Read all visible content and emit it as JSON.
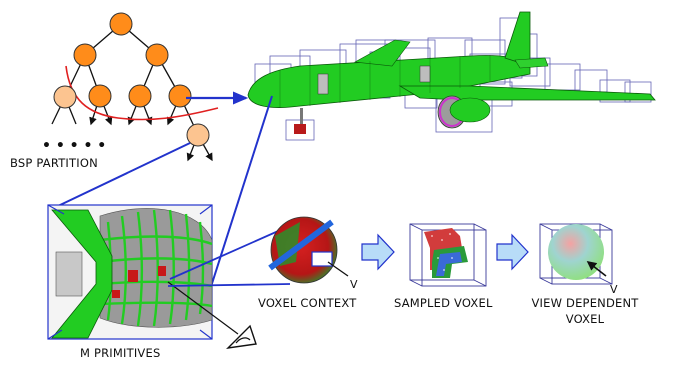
{
  "labels": {
    "bsp_partition": "BSP PARTITION",
    "m_primitives": "M PRIMITIVES",
    "voxel_context": "VOXEL CONTEXT",
    "sampled_voxel": "SAMPLED VOXEL",
    "view_dependent_line1": "VIEW DEPENDENT",
    "view_dependent_line2": "VOXEL",
    "v_marker_1": "V",
    "v_marker_2": "V"
  },
  "tree": {
    "ellipsis": "• • • • •"
  },
  "colors": {
    "node_orange": "#ff8c1a",
    "node_light": "#fcc490",
    "partition_curve": "#e02020",
    "connector_blue": "#2233cc",
    "airplane_green": "#22cc22",
    "voxel_red": "#cc1a1a",
    "arrow_fill": "#b8dcf8"
  }
}
